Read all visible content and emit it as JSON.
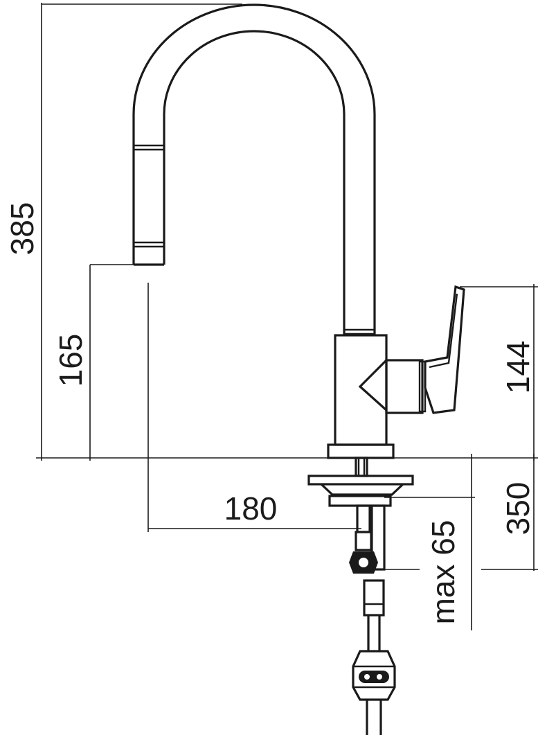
{
  "dimensions": {
    "total_height": "385",
    "spout_height": "165",
    "spout_reach": "180",
    "lever_height": "144",
    "hose_length": "350",
    "max_thickness": "max 65"
  },
  "colors": {
    "line": "#1a1a1a",
    "background": "#ffffff"
  }
}
